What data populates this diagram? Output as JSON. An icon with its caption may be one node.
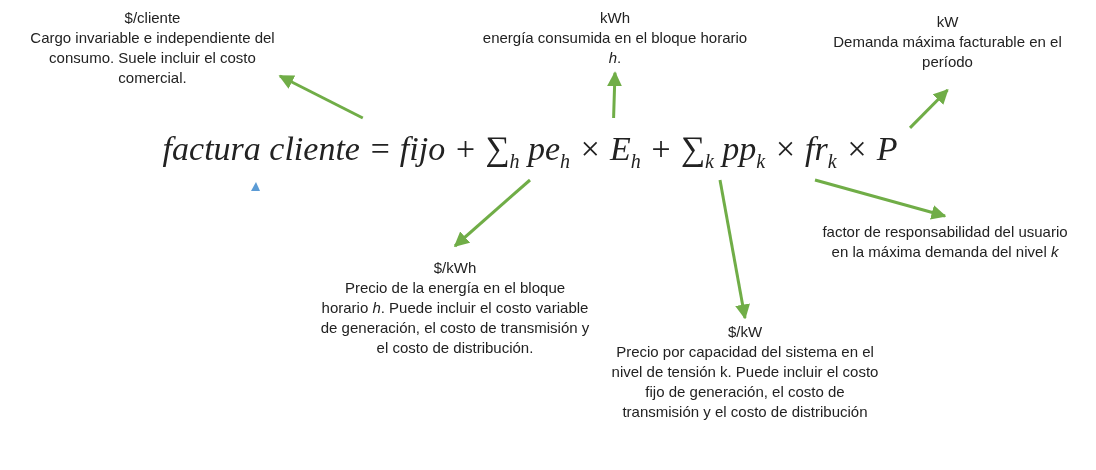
{
  "diagram": {
    "nodes": [
      {
        "text": [
          "factura cliente = fijo + ∑$_{h}$ pe$_{h}$ × E$_{h}$ + ∑$_{k}$ pp$_{k}$ × fr$_{k}$ × P"
        ]
      },
      {
        "text": [
          "$/cliente",
          "Cargo invariable e independiente del consumo. Suele incluir el costo comercial."
        ]
      },
      {
        "text": [
          "kWh",
          "energía consumida en el bloque horario *h*."
        ]
      },
      {
        "text": [
          "kW",
          "Demanda máxima facturable en el período"
        ]
      },
      {
        "text": [
          "$/kWh",
          "Precio de la energía en el bloque horario *h*. Puede incluir el costo variable de generación, el costo de transmisión y el costo de distribución."
        ]
      },
      {
        "text": [
          "$/kW",
          "Precio por capacidad del sistema en el nivel de tensión k. Puede incluir el costo fijo de generación, el costo de transmisión y el costo de distribución"
        ]
      },
      {
        "text": [
          "factor de responsabilidad del usuario en la máxima demanda del nivel *k*"
        ]
      }
    ],
    "edges": [
      {
        "from": 0,
        "to": 1,
        "arrow": "to"
      },
      {
        "from": 0,
        "to": 2,
        "arrow": "to"
      },
      {
        "from": 0,
        "to": 3,
        "arrow": "to"
      },
      {
        "from": 0,
        "to": 4,
        "arrow": "to"
      },
      {
        "from": 0,
        "to": 5,
        "arrow": "to"
      },
      {
        "from": 0,
        "to": 6,
        "arrow": "to"
      }
    ]
  }
}
